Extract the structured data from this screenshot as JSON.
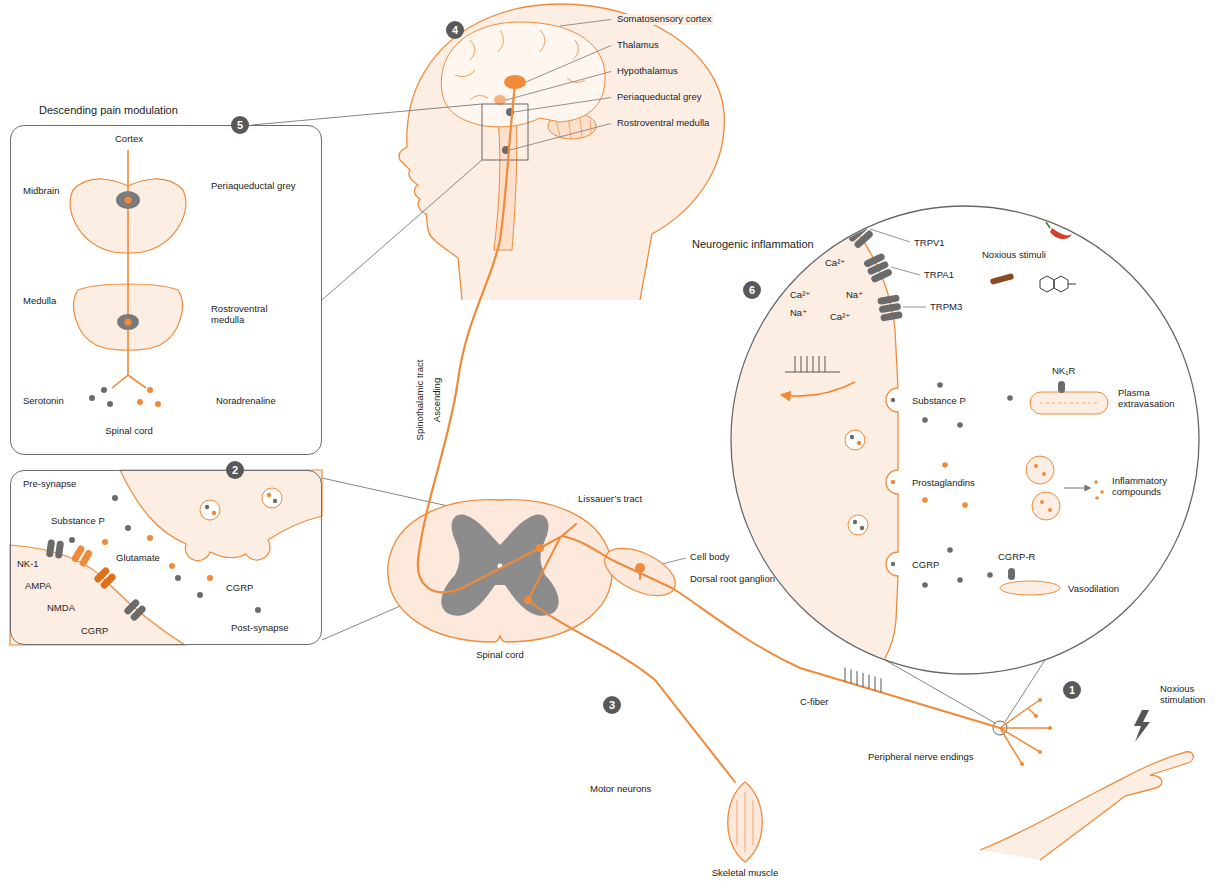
{
  "diagram": {
    "nodes": [
      {
        "text": [
          "4"
        ]
      },
      {
        "text": [
          "Descending pain modulation",
          "Cortex",
          "Midbrain",
          "Periaqueductal grey",
          "Medulla",
          "Rostroventral medulla",
          "Serotonin",
          "Noradrenaline",
          "Spinal cord"
        ]
      },
      {
        "text": [
          "5"
        ]
      },
      {
        "text": [
          "Pre-synapse",
          "Substance P",
          "Glutamate",
          "CGRP",
          "NK-1",
          "AMPA",
          "NMDA",
          "CGRP",
          "Post-synapse"
        ]
      },
      {
        "text": [
          "2"
        ]
      },
      {
        "text": [
          "3"
        ]
      },
      {
        "text": [
          "Neurogenic inflammation",
          "TRPV1",
          "TRPA1",
          "TRPM3",
          "Noxious stimuli",
          "Ca²⁺",
          "Ca²⁺",
          "Na⁺",
          "Ca²⁺",
          "Na⁺",
          "Substance P",
          "NK₁R",
          "Plasma extravasation",
          "Prostaglandins",
          "Inflammatory compounds",
          "CGRP",
          "CGRP-R",
          "Vasodilation"
        ]
      },
      {
        "text": [
          "6"
        ]
      },
      {
        "text": [
          "1"
        ]
      }
    ],
    "labels": [
      "Somatosensory cortex",
      "Thalamus",
      "Hypothalamus",
      "Periaqueductal grey",
      "Rostroventral medulla",
      "Spinothalamic tract",
      "Ascending",
      "Lissauer’s tract",
      "Cell body",
      "Dorsal root ganglion",
      "Spinal cord",
      "C-fiber",
      "Peripheral nerve endings",
      "Noxious stimulation",
      "Motor neurons",
      "Skeletal muscle"
    ]
  }
}
